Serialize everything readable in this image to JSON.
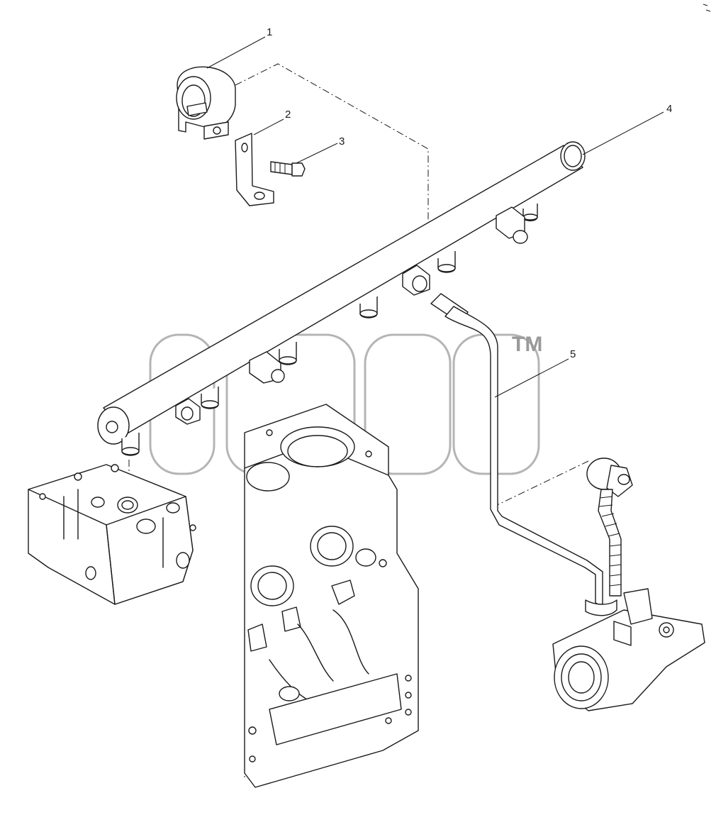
{
  "diagram": {
    "callouts": [
      {
        "id": "1",
        "label": "1"
      },
      {
        "id": "2",
        "label": "2"
      },
      {
        "id": "3",
        "label": "3"
      },
      {
        "id": "4",
        "label": "4"
      },
      {
        "id": "5",
        "label": "5"
      }
    ],
    "watermark": {
      "trademark": "TM"
    }
  }
}
